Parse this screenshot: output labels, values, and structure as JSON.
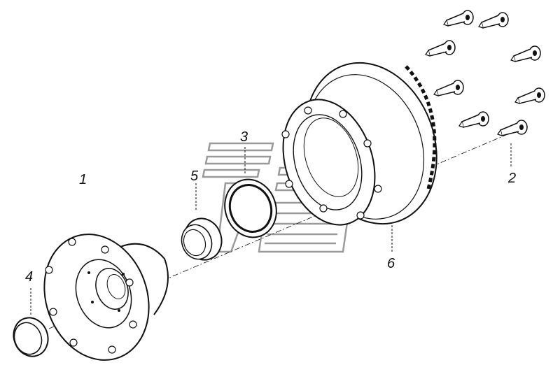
{
  "callouts": {
    "c1": "1",
    "c2": "2",
    "c3": "3",
    "c4": "4",
    "c5": "5",
    "c6": "6"
  },
  "colors": {
    "ink": "#111111",
    "watermark": "#9a9a9a",
    "background": "#ffffff"
  }
}
